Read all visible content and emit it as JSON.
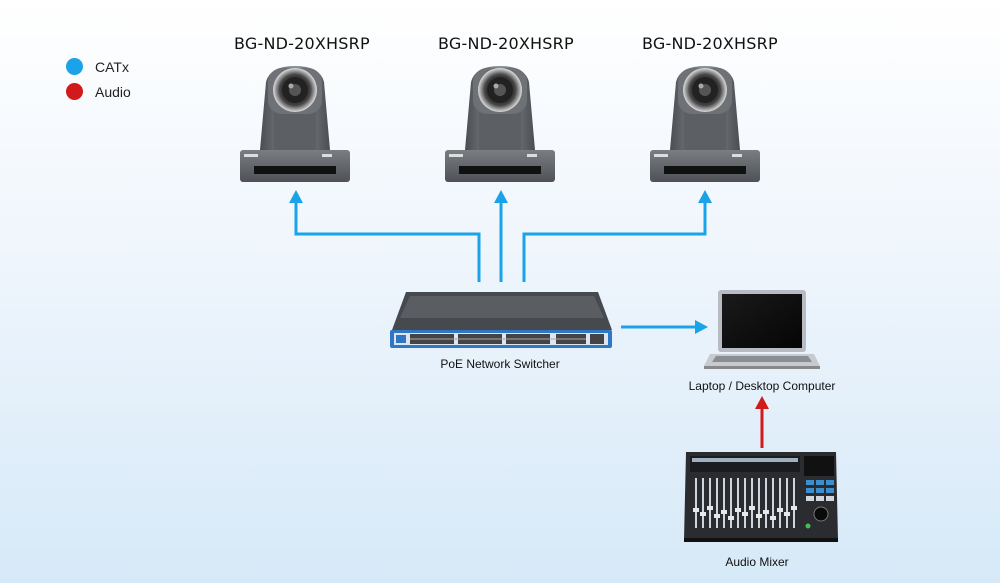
{
  "legend": {
    "items": [
      {
        "label": "CATx",
        "color": "#1aa3e8"
      },
      {
        "label": "Audio",
        "color": "#d11a1a"
      }
    ]
  },
  "cameras": [
    {
      "title": "BG-ND-20XHSRP",
      "icon": "ptz-camera-icon"
    },
    {
      "title": "BG-ND-20XHSRP",
      "icon": "ptz-camera-icon"
    },
    {
      "title": "BG-ND-20XHSRP",
      "icon": "ptz-camera-icon"
    }
  ],
  "switcher": {
    "label": "PoE Network Switcher",
    "icon": "network-switch-icon"
  },
  "computer": {
    "label": "Laptop / Desktop Computer",
    "icon": "laptop-icon"
  },
  "mixer": {
    "label": "Audio Mixer",
    "icon": "audio-mixer-icon"
  },
  "colors": {
    "catx": "#1aa3e8",
    "audio": "#d11a1a"
  }
}
